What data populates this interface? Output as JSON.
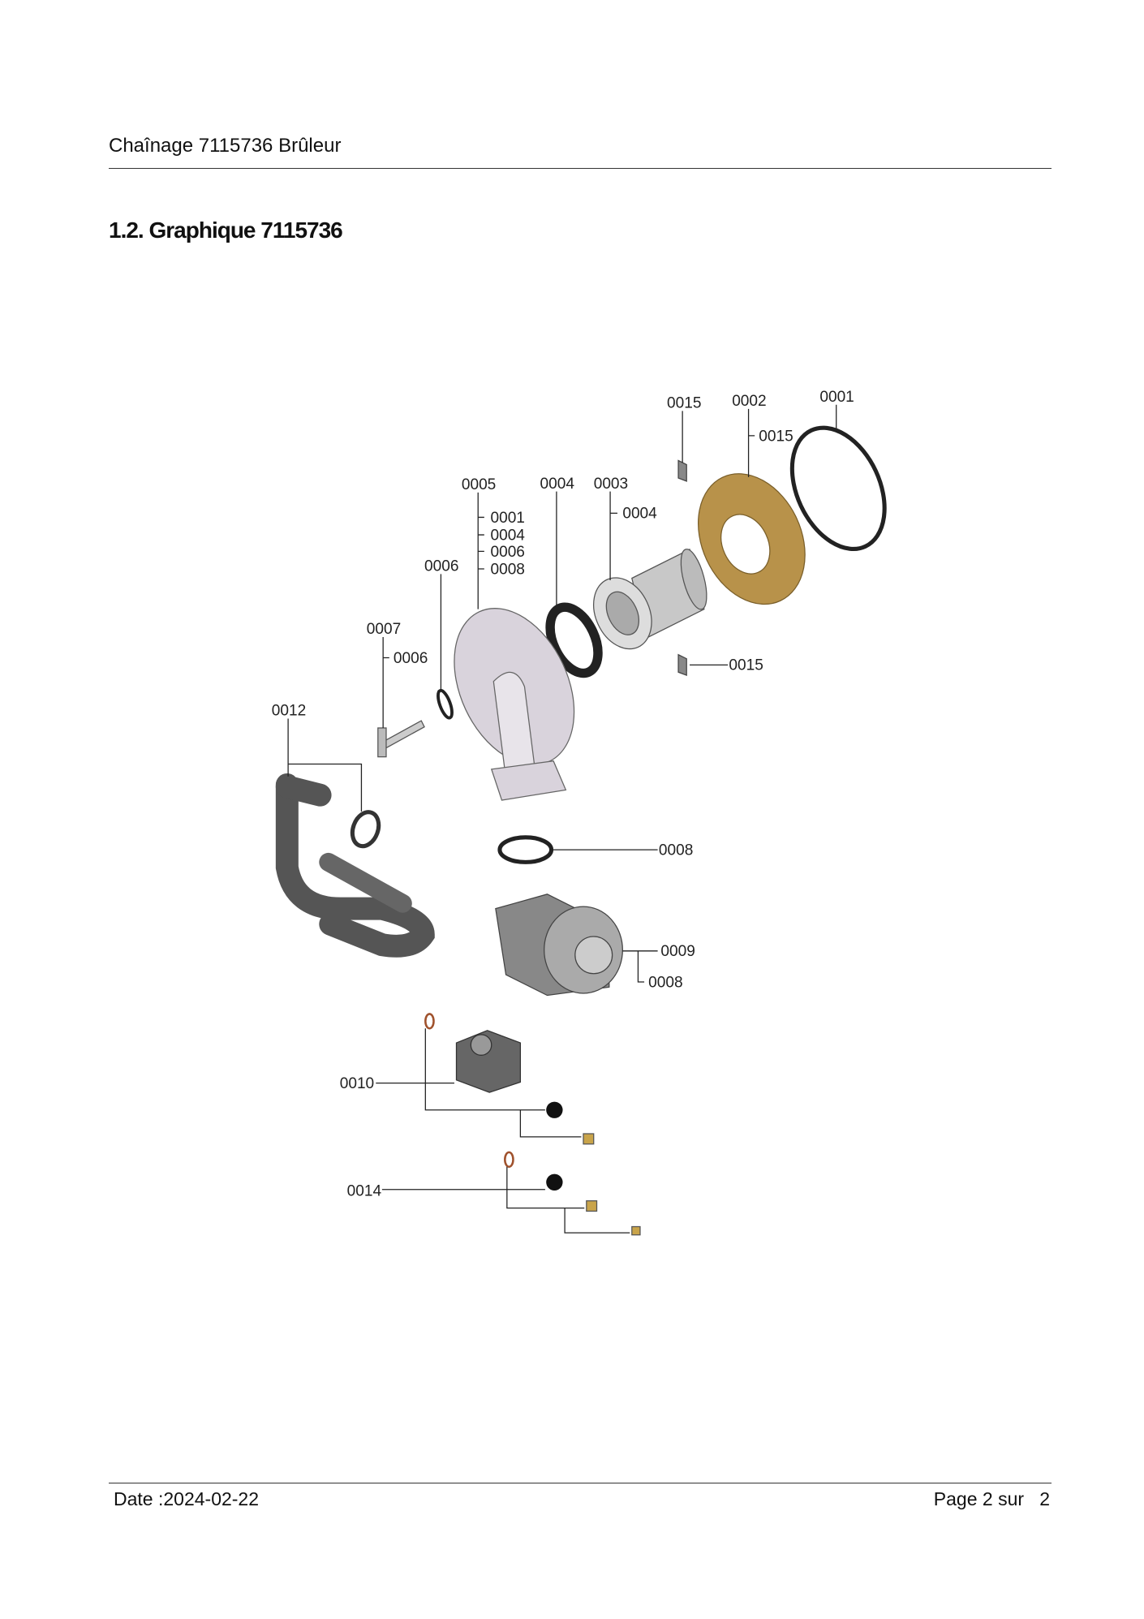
{
  "header": {
    "title": "Chaînage 7115736 Brûleur"
  },
  "section": {
    "title": "1.2. Graphique 7115736"
  },
  "diagram": {
    "callouts": {
      "c_0015_top": "0015",
      "c_0002": "0002",
      "c_0001": "0001",
      "c_0002_sub": "0015",
      "c_0005": "0005",
      "c_0005_sub1": "0001",
      "c_0005_sub2": "0004",
      "c_0005_sub3": "0006",
      "c_0005_sub4": "0008",
      "c_0004": "0004",
      "c_0003": "0003",
      "c_0003_sub": "0004",
      "c_0006": "0006",
      "c_0007": "0007",
      "c_0007_sub": "0006",
      "c_0012": "0012",
      "c_0015_bottom": "0015",
      "c_0008": "0008",
      "c_0009": "0009",
      "c_0009_sub": "0008",
      "c_0010": "0010",
      "c_0014": "0014"
    },
    "colors": {
      "burner_door": "#d9d3dc",
      "brass": "#b8924a",
      "seal": "#222222",
      "pipe": "#555555",
      "oring": "#a0522d"
    }
  },
  "footer": {
    "date": "Date :2024-02-22",
    "page": "Page 2 sur   2"
  }
}
